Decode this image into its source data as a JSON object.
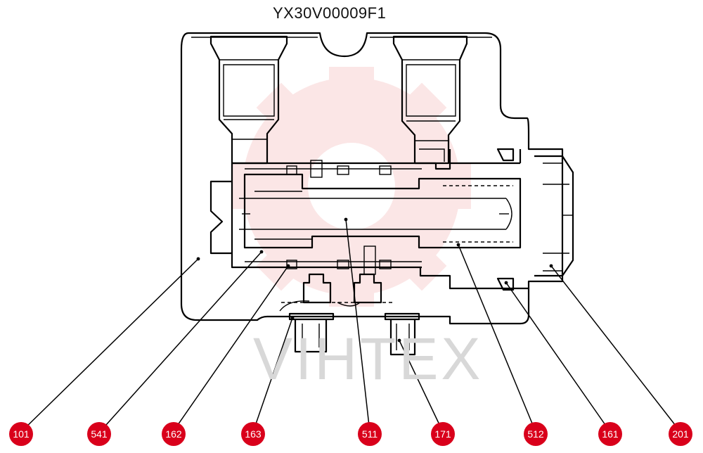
{
  "diagram": {
    "title": "YX30V00009F1",
    "watermark": "VIHTEX",
    "badge_color": "#d9001b",
    "watermark_color": "#f2a8a8",
    "parts": [
      "101",
      "541",
      "162",
      "163",
      "511",
      "171",
      "512",
      "161",
      "201"
    ]
  }
}
